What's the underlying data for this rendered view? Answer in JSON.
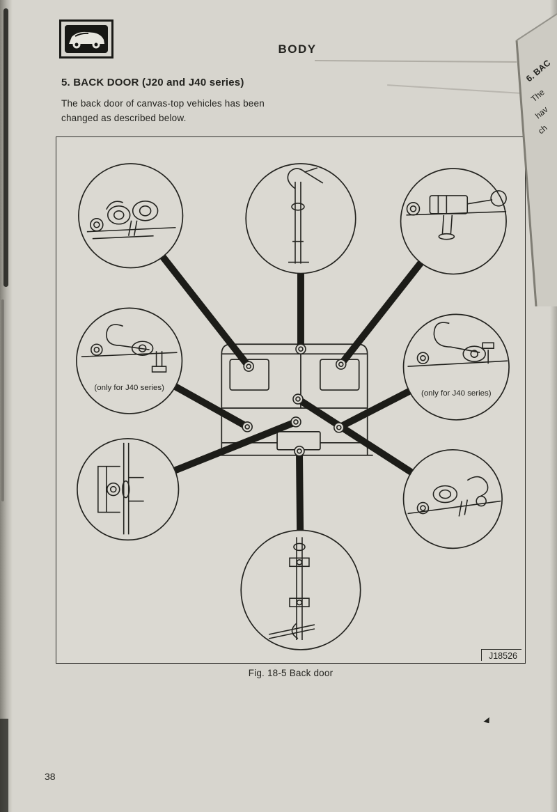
{
  "colors": {
    "paper": "#d7d5ce",
    "figure_bg": "#dbd9d2",
    "ink": "#23231f",
    "connector": "#1c1c18"
  },
  "icons": {
    "logo": "car-icon"
  },
  "header": {
    "title": "BODY"
  },
  "section": {
    "heading": "5. BACK DOOR (J20 and J40 series)",
    "body": [
      "The back door of canvas-top vehicles has been",
      "changed as described below."
    ]
  },
  "figure": {
    "code": "J18526",
    "caption": "Fig. 18-5 Back door",
    "callout_left": "(only for J40 series)",
    "callout_right": "(only for J40 series)"
  },
  "footer": {
    "page_number": "38"
  },
  "next_page": {
    "lines": [
      "6. BAC",
      "The",
      "hav",
      "ch"
    ]
  }
}
